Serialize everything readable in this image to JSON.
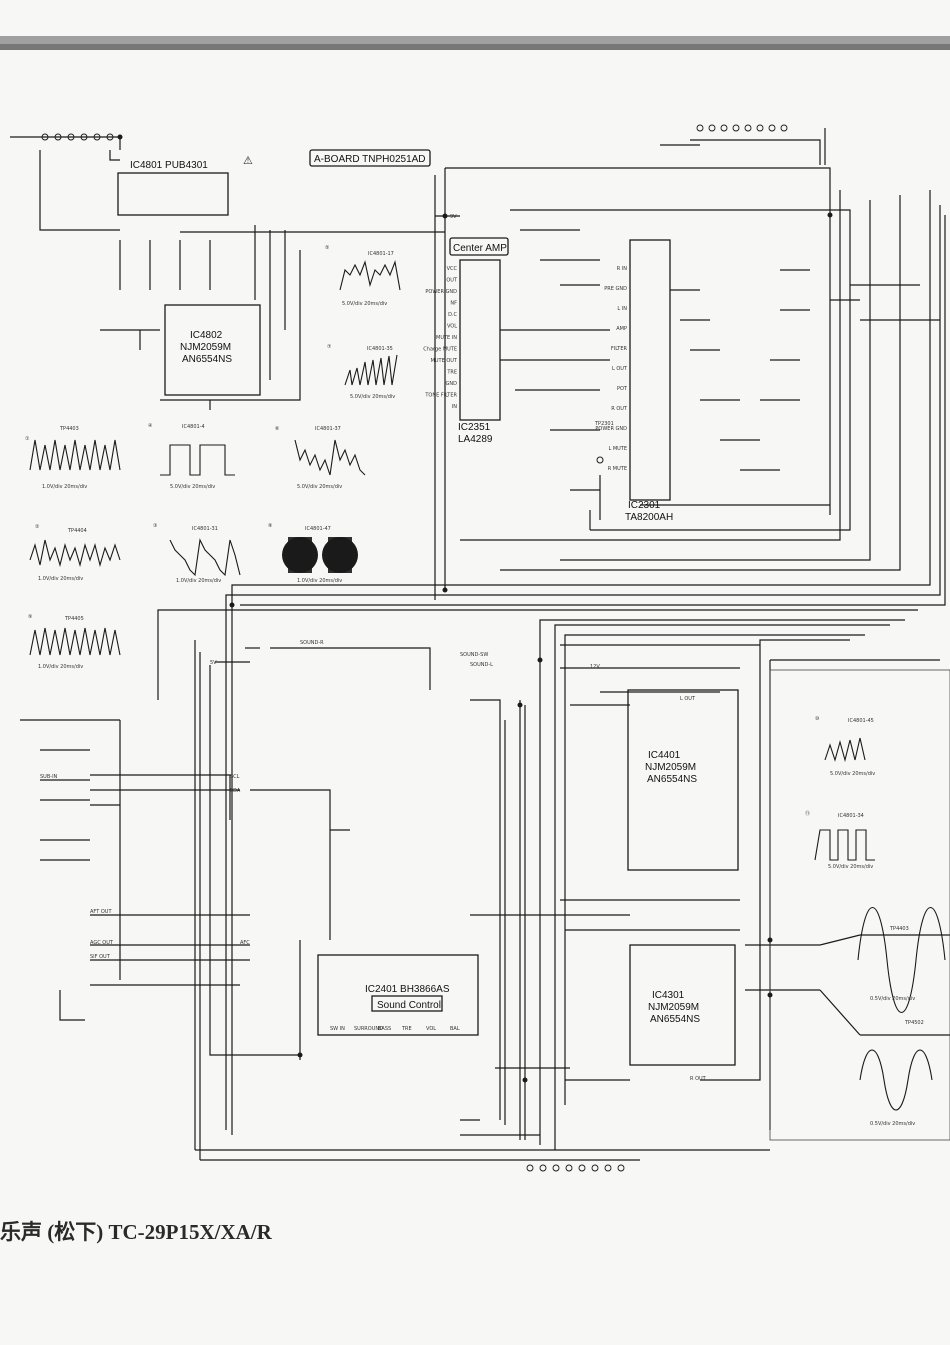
{
  "title": {
    "board": "A-BOARD  TNPH0251AD",
    "footer": "乐声 (松下) TC-29P15X/XA/R"
  },
  "blocks": {
    "ic4801": "IC4801   PUB4301",
    "ic4802": [
      "IC4802",
      "NJM2059M",
      "AN6554NS"
    ],
    "center_amp": "Center AMP",
    "ic2351": [
      "IC2351",
      "LA4289"
    ],
    "ic2301": [
      "IC2301",
      "TA8200AH"
    ],
    "ic2401": "IC2401   BH3866AS",
    "sound_control": "Sound Control",
    "ic4401": [
      "IC4401",
      "NJM2059M",
      "AN6554NS"
    ],
    "ic4301": [
      "IC4301",
      "NJM2059M",
      "AN6554NS"
    ]
  },
  "ic2351_pins": [
    "VCC",
    "OUT",
    "POWER GND",
    "NF",
    "D.C",
    "VOL",
    "MUTE IN",
    "Charge MUTE",
    "MUTE OUT",
    "TRE",
    "GND",
    "TONE FILTER",
    "IN"
  ],
  "ic2301_pins": [
    "R IN",
    "PRE GND",
    "L IN",
    "AMP",
    "FILTER",
    "L OUT",
    "POT",
    "R OUT",
    "POWER GND",
    "L MUTE",
    "R MUTE"
  ],
  "ic2401_labels": [
    "SW IN",
    "SURROUND",
    "BASS",
    "TRE",
    "VOL",
    "BAL"
  ],
  "sig_labels": [
    "SOUND-R",
    "SOUND-L",
    "SOUND-SW",
    "L OUT",
    "R OUT",
    "12V",
    "5V",
    "9V",
    "SDA",
    "SCL",
    "AFC",
    "AFT OUT",
    "SIF OUT",
    "AGC OUT",
    "SUB-IN",
    "TP2301"
  ],
  "waveforms": {
    "w5": {
      "num": "⑤",
      "id": "IC4801-17",
      "time": "5.0V/div  20ms/div"
    },
    "w7": {
      "num": "⑦",
      "id": "IC4801-35",
      "time": "5.0V/div  20ms/div"
    },
    "w1": {
      "num": "①",
      "id": "TP4403",
      "time": "1.0V/div 20ms/div"
    },
    "w4": {
      "num": "④",
      "id": "IC4801-4",
      "time": "5.0V/div  20ms/div"
    },
    "w6": {
      "num": "⑥",
      "id": "IC4801-37",
      "time": "5.0V/div  20ms/div"
    },
    "w2": {
      "num": "②",
      "id": "TP4404",
      "time": "1.0V/div 20ms/div"
    },
    "w3": {
      "num": "③",
      "id": "IC4801-31",
      "time": "1.0V/div 20ms/div"
    },
    "w8": {
      "num": "⑧",
      "id": "IC4801-47",
      "time": "1.0V/div 20ms/div"
    },
    "w9": {
      "num": "⑨",
      "id": "TP4405",
      "time": "1.0V/div 20ms/div"
    },
    "w10": {
      "num": "⑩",
      "id": "IC4801-45",
      "time": "5.0V/div 20ms/div"
    },
    "w11": {
      "num": "⑪",
      "id": "IC4801-34",
      "time": "5.0V/div 20ms/div"
    },
    "w12": {
      "id": "TP4403",
      "time": "0.5V/div 20ms/div"
    },
    "w13": {
      "id": "TP4502",
      "time": "0.5V/div 20ms/div"
    }
  },
  "colors": {
    "ink": "#1b1b1b",
    "paper": "#f7f7f5",
    "faint": "#666666"
  }
}
